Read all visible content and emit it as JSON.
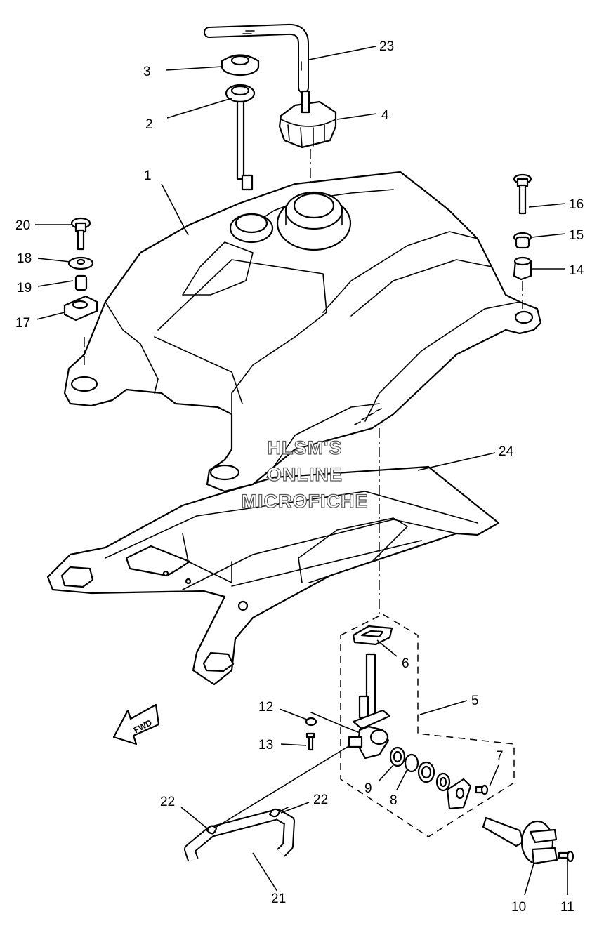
{
  "callouts": {
    "c1": "1",
    "c2": "2",
    "c3": "3",
    "c4": "4",
    "c5": "5",
    "c6": "6",
    "c7": "7",
    "c8": "8",
    "c9": "9",
    "c10": "10",
    "c11": "11",
    "c12": "12",
    "c13": "13",
    "c14": "14",
    "c15": "15",
    "c16": "16",
    "c17": "17",
    "c18": "18",
    "c19": "19",
    "c20": "20",
    "c21": "21",
    "c22a": "22",
    "c22b": "22",
    "c23": "23",
    "c24": "24"
  },
  "watermark": {
    "line1": "HLSM'S",
    "line2": "ONLINE",
    "line3": "MICROFICHE"
  },
  "direction_arrow": {
    "label": "FWD",
    "icon": "forward-arrow-icon"
  }
}
